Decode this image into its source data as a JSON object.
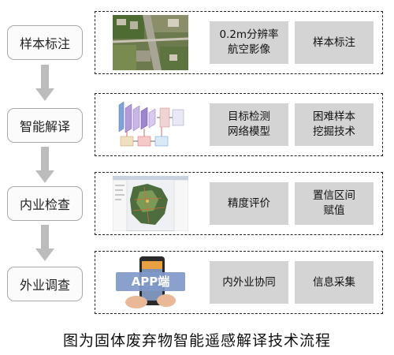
{
  "steps": [
    {
      "label": "样本标注",
      "chips": [
        "0.2m分辨率\n航空影像",
        "样本标注"
      ]
    },
    {
      "label": "智能解译",
      "chips": [
        "目标检测\n网络模型",
        "困难样本\n挖掘技术"
      ]
    },
    {
      "label": "内业检查",
      "chips": [
        "精度评价",
        "置信区间\n赋值"
      ]
    },
    {
      "label": "外业调查",
      "chips": [
        "内外业协同",
        "信息采集"
      ]
    }
  ],
  "thumbnails": {
    "app_label": "APP端"
  },
  "caption": "图为固体废弃物智能遥感解译技术流程",
  "colors": {
    "arrow": "#bcbcbc",
    "chip_bg": "#d4d4d4",
    "step_border": "#a9a9a9",
    "panel_border": "#222222"
  }
}
